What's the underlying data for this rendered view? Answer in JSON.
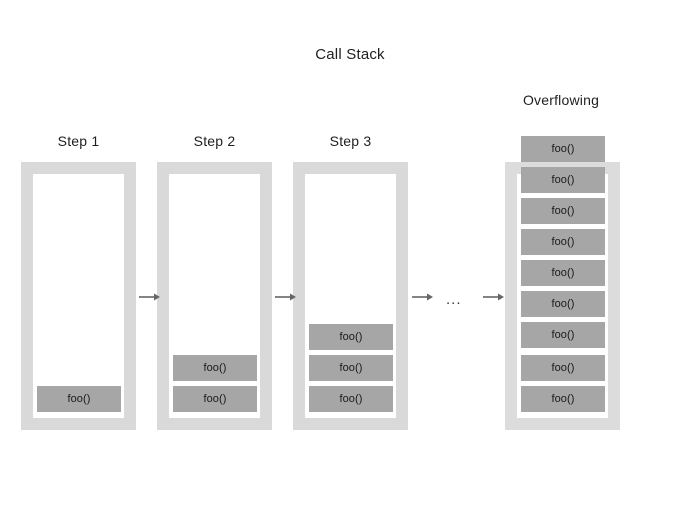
{
  "diagram": {
    "title": "Call Stack",
    "frame_label": "foo()",
    "ellipsis": "...",
    "colors": {
      "frame_fill": "#a6a6a6",
      "container_fill": "#d9d9d9",
      "container_inner": "#ffffff",
      "arrow": "#666666",
      "text": "#1a1a1a"
    },
    "columns": [
      {
        "id": "step-1",
        "title": "Step 1",
        "frames": [
          "foo()"
        ],
        "overflowing": false
      },
      {
        "id": "step-2",
        "title": "Step 2",
        "frames": [
          "foo()",
          "foo()"
        ],
        "overflowing": false
      },
      {
        "id": "step-3",
        "title": "Step 3",
        "frames": [
          "foo()",
          "foo()",
          "foo()"
        ],
        "overflowing": false
      },
      {
        "id": "overflowing",
        "title": "Overflowing",
        "frames": [
          "foo()",
          "foo()",
          "foo()",
          "foo()",
          "foo()",
          "foo()",
          "foo()",
          "foo()",
          "foo()"
        ],
        "overflowing": true
      }
    ],
    "connectors": [
      {
        "id": "arrow-1",
        "type": "arrow",
        "from": "step-1",
        "to": "step-2"
      },
      {
        "id": "arrow-2",
        "type": "arrow",
        "from": "step-2",
        "to": "step-3"
      },
      {
        "id": "arrow-3",
        "type": "arrow",
        "from": "step-3",
        "to": "ellipsis"
      },
      {
        "id": "ellipsis",
        "type": "ellipsis",
        "label": "..."
      },
      {
        "id": "arrow-4",
        "type": "arrow",
        "from": "ellipsis",
        "to": "overflowing"
      }
    ]
  }
}
